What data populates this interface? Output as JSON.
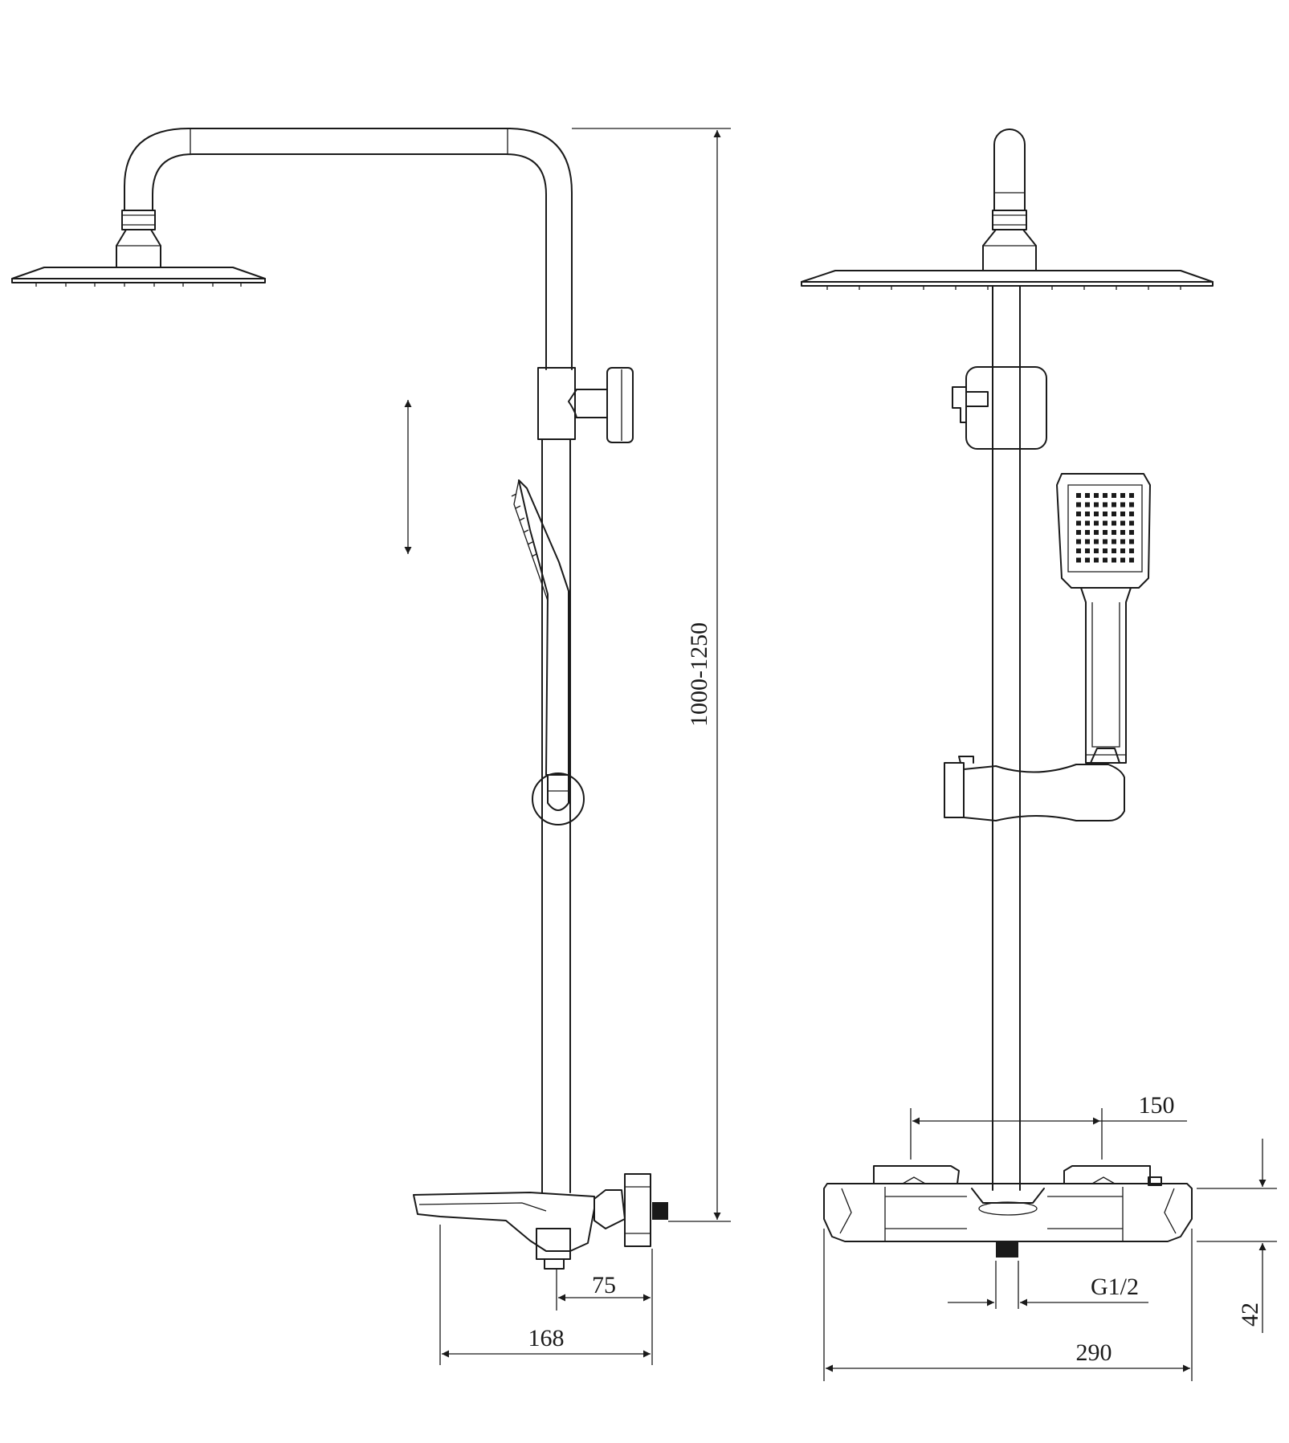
{
  "dimensions": {
    "height_range": "1000-1250",
    "spout_projection": "168",
    "inlet_to_wall": "75",
    "inlet_spacing": "150",
    "total_width": "290",
    "thread": "G1/2",
    "body_height": "42"
  }
}
